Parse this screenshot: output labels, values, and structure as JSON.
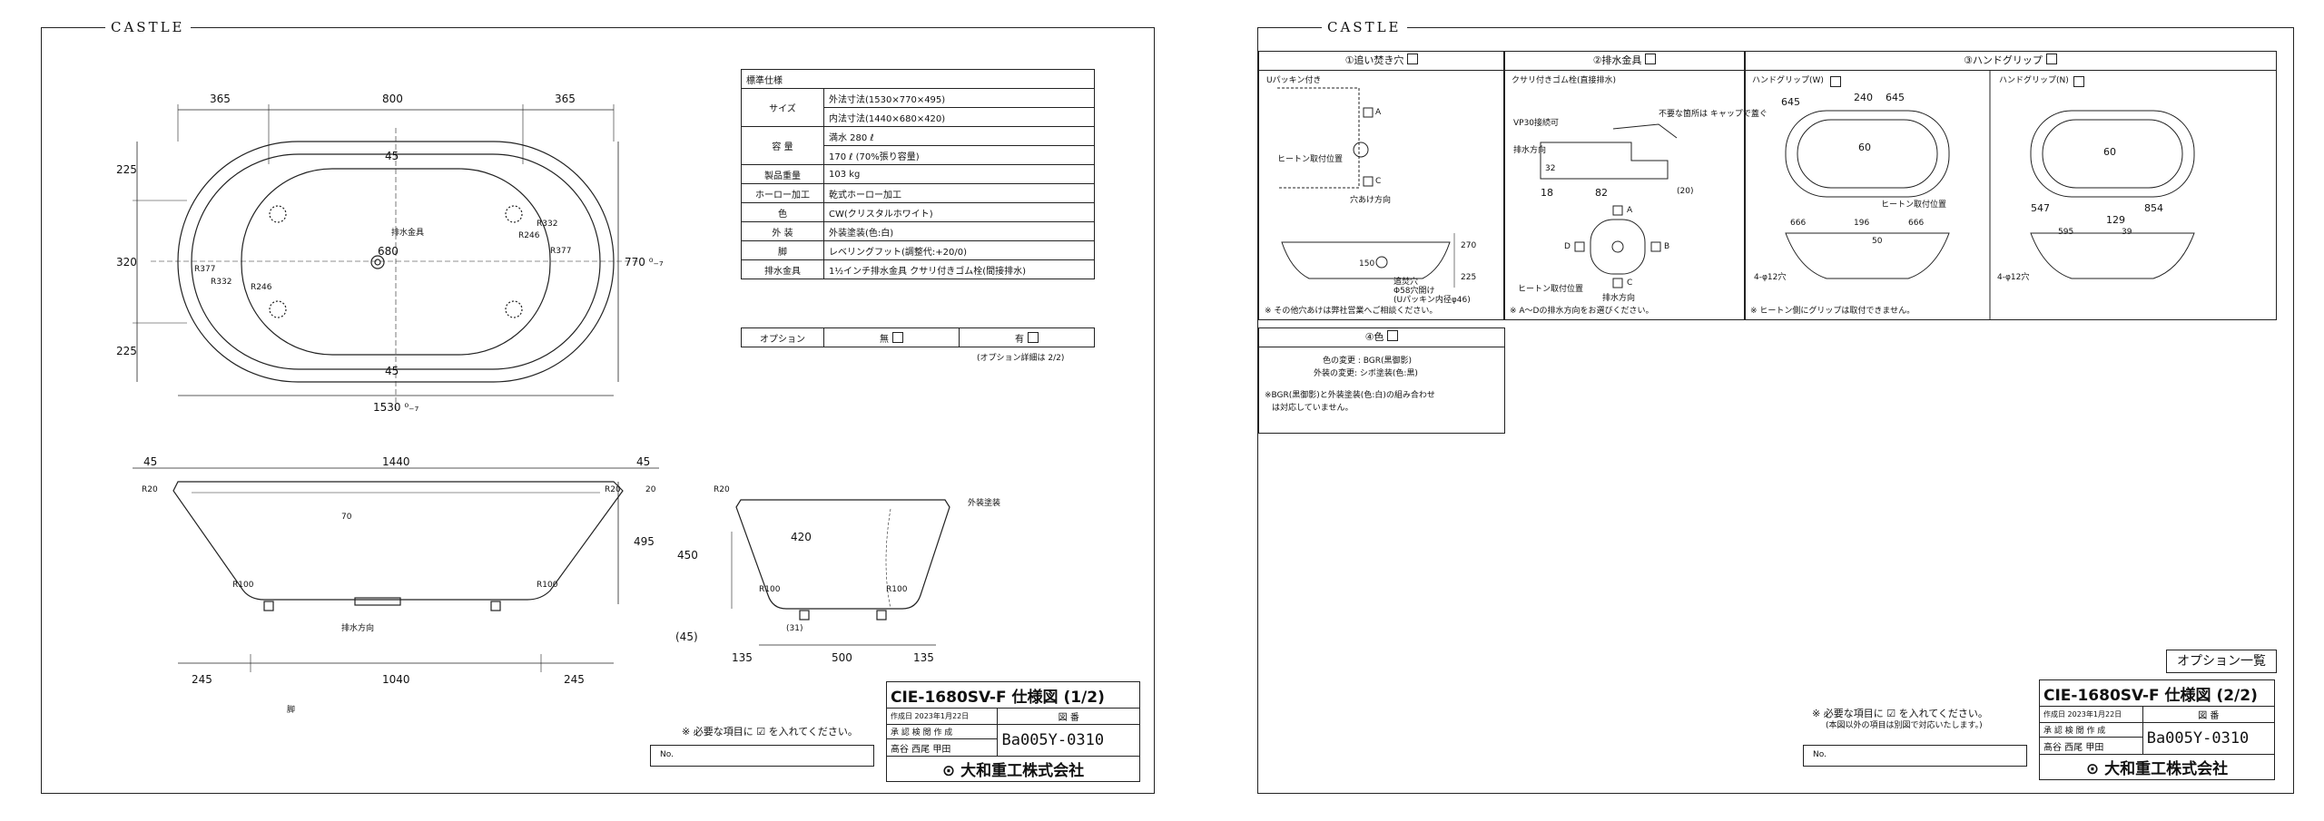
{
  "brand": "CASTLE",
  "sheet1": {
    "plan_dims": {
      "top_365a": "365",
      "top_800": "800",
      "top_365b": "365",
      "left_225a": "225",
      "left_320": "320",
      "left_225b": "225",
      "inner_45a": "45",
      "inner_680": "680",
      "inner_45b": "45",
      "right_770": "770 ⁰₋₇",
      "bottom_1530": "1530 ⁰₋₇",
      "r377a": "R377",
      "r332a": "R332",
      "r246a": "R246",
      "r246b": "R246",
      "r332b": "R332",
      "r377b": "R377",
      "drain_label": "排水金具"
    },
    "side_dims": {
      "top_45a": "45",
      "top_1440": "1440",
      "top_45b": "45",
      "r20a": "R20",
      "r20b": "R20",
      "d20": "20",
      "d70": "70",
      "r100a": "R100",
      "r100b": "R100",
      "h495": "495",
      "b245a": "245",
      "b1040": "1040",
      "b245b": "245",
      "drain_dir": "排水方向",
      "leg": "脚"
    },
    "section_dims": {
      "r20": "R20",
      "outer_paint": "外装塗装",
      "h420": "420",
      "h450": "450",
      "r100a": "R100",
      "r100b": "R100",
      "d45": "(45)",
      "d31": "(31)",
      "b135a": "135",
      "b500": "500",
      "b135b": "135"
    },
    "spec": {
      "header": "標準仕様",
      "rows": [
        {
          "label": "サイズ",
          "values": [
            "外法寸法(1530×770×495)",
            "内法寸法(1440×680×420)"
          ]
        },
        {
          "label": "容 量",
          "values": [
            "満水 280 ℓ",
            "170 ℓ (70%張り容量)"
          ]
        },
        {
          "label": "製品重量",
          "values": [
            "103 kg"
          ]
        },
        {
          "label": "ホーロー加工",
          "values": [
            "乾式ホーロー加工"
          ]
        },
        {
          "label": "色",
          "values": [
            "CW(クリスタルホワイト)"
          ]
        },
        {
          "label": "外 装",
          "values": [
            "外装塗装(色:白)"
          ]
        },
        {
          "label": "脚",
          "values": [
            "レベリングフット(調整代:+20/0)"
          ]
        },
        {
          "label": "排水金具",
          "values": [
            "1½インチ排水金具 クサリ付きゴム栓(間接排水)"
          ]
        }
      ],
      "option_label": "オプション",
      "option_none": "無",
      "option_yes": "有",
      "option_note": "(オプション詳細は 2/2)"
    },
    "check_note": "※ 必要な項目に ☑ を入れてください。",
    "no_label": "No.",
    "title": "CIE-1680SV-F 仕様図 (1/2)",
    "created": "作成日 2023年1月22日",
    "drawing_label": "図 番",
    "roles": "承 認 検 閲 作 成",
    "signs": "髙谷 西尾 甲田",
    "code": "Ba005Y-0310",
    "company": "⊙ 大和重工株式会社"
  },
  "sheet2": {
    "panel1": {
      "head": "①追い焚き穴",
      "sub": "Uパッキン付き",
      "a": "A",
      "c": "C",
      "heater": "ヒートン取付位置",
      "hole_dir": "穴あけ方向",
      "d150": "150",
      "d270": "270",
      "d225": "225",
      "hole_note": "追焚穴",
      "hole_size": "Φ58穴開け",
      "packing": "(Uパッキン内径φ46)",
      "note": "※ その他穴あけは弊社営業へご相談ください。"
    },
    "panel2": {
      "head": "②排水金具",
      "sub": "クサリ付きゴム栓(直接排水)",
      "vp": "VP30接続可",
      "cap": "不要な箇所は キャップで蓋ぐ",
      "drain_dir": "排水方向",
      "d32": "32",
      "d18": "18",
      "d82": "82",
      "d20": "(20)",
      "heater": "ヒートン取付位置",
      "drain_dir2": "排水方向",
      "a": "A",
      "b": "B",
      "c": "C",
      "d": "D",
      "note": "※ A～Dの排水方向をお選びください。"
    },
    "panel3": {
      "head": "③ハンドグリップ",
      "w_label": "ハンドグリップ(W)",
      "n_label": "ハンドグリップ(N)",
      "w_645a": "645",
      "w_240": "240",
      "w_645b": "645",
      "w_60": "60",
      "w_heater": "ヒートン取付位置",
      "w_666a": "666",
      "w_196": "196",
      "w_666b": "666",
      "w_50": "50",
      "w_hole": "4-φ12穴",
      "n_60": "60",
      "n_547": "547",
      "n_854": "854",
      "n_129": "129",
      "n_595": "595",
      "n_39": "39",
      "n_hole": "4-φ12穴",
      "note": "※ ヒートン側にグリップは取付できません。"
    },
    "panel4": {
      "head": "④色",
      "line1": "色の変更 : BGR(黒御影)",
      "line2": "外装の変更: シボ塗装(色:黒)",
      "line3": "※BGR(黒御影)と外装塗装(色:白)の組み合わせ",
      "line4": "は対応していません。"
    },
    "list_label": "オプション一覧",
    "check_note": "※ 必要な項目に ☑ を入れてください。",
    "check_note2": "(本図以外の項目は別図で対応いたします。)",
    "no_label": "No.",
    "title": "CIE-1680SV-F 仕様図 (2/2)",
    "created": "作成日 2023年1月22日",
    "drawing_label": "図 番",
    "roles": "承 認 検 閲 作 成",
    "signs": "髙谷 西尾 甲田",
    "code": "Ba005Y-0310",
    "company": "⊙ 大和重工株式会社"
  }
}
